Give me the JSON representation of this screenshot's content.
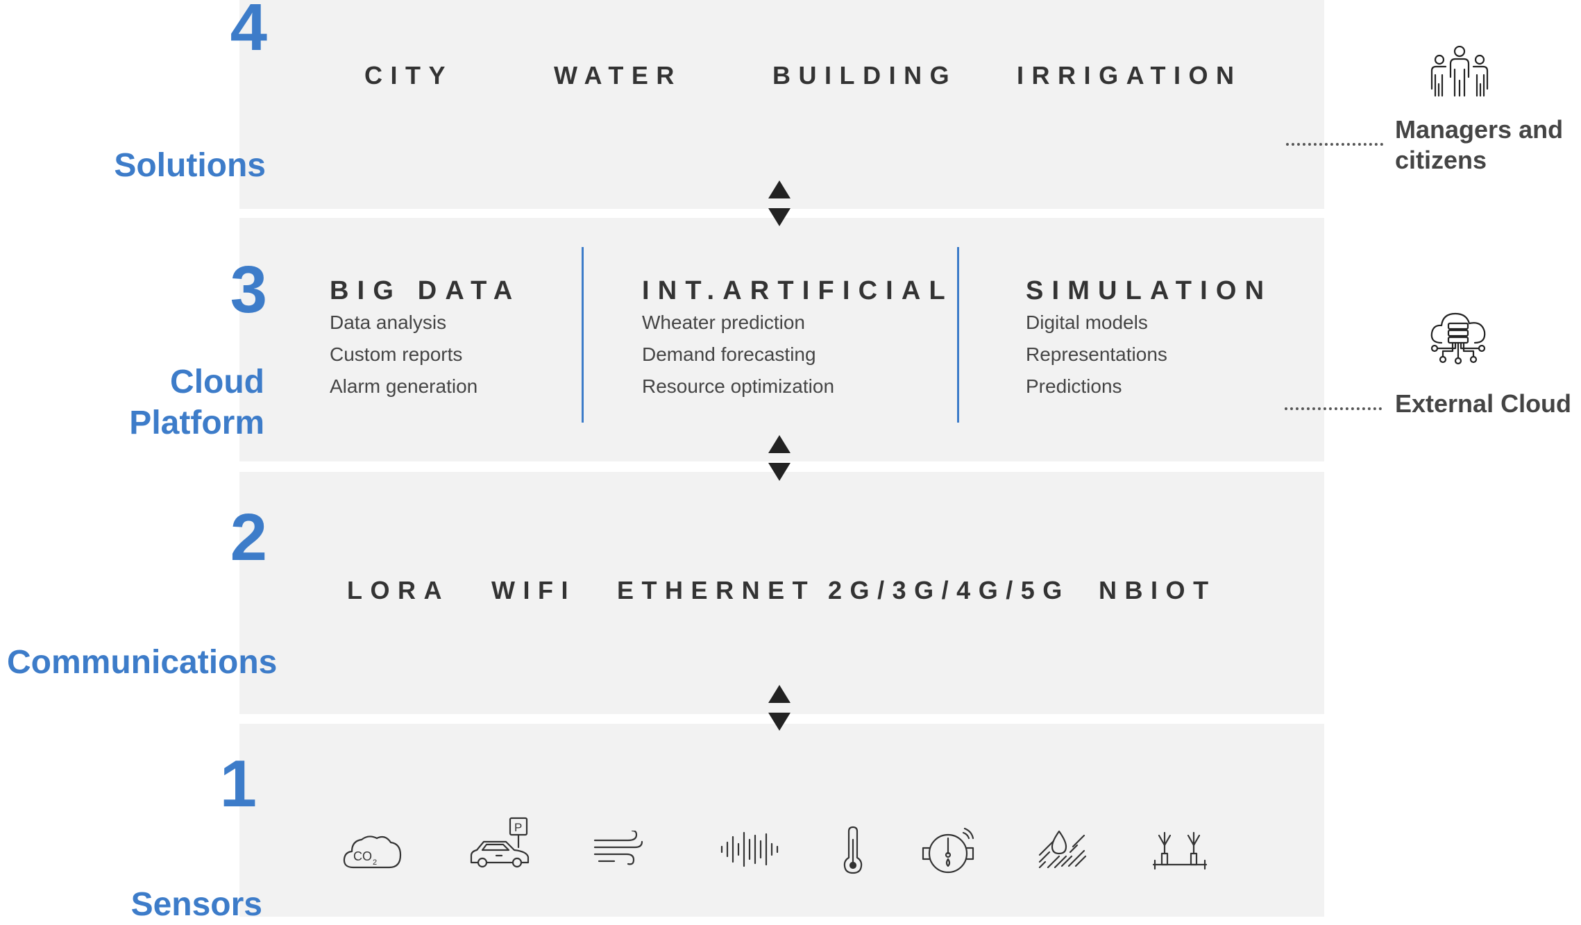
{
  "layers": {
    "solutions": {
      "number": "4",
      "name": "Solutions",
      "items": [
        "CITY",
        "WATER",
        "BUILDING",
        "IRRIGATION"
      ]
    },
    "cloud_platform": {
      "number": "3",
      "name_line1": "Cloud",
      "name_line2": "Platform",
      "columns": [
        {
          "title": "BIG DATA",
          "items": [
            "Data analysis",
            "Custom reports",
            "Alarm generation"
          ]
        },
        {
          "title": "INT.ARTIFICIAL",
          "items": [
            "Wheater prediction",
            "Demand forecasting",
            "Resource optimization"
          ]
        },
        {
          "title": "SIMULATION",
          "items": [
            "Digital models",
            "Representations",
            "Predictions"
          ]
        }
      ]
    },
    "communications": {
      "number": "2",
      "name": "Communications",
      "items": [
        "LORA",
        "WIFI",
        "ETHERNET",
        "2G/3G/4G/5G",
        "NBIOT"
      ]
    },
    "sensors": {
      "number": "1",
      "name": "Sensors",
      "icons": [
        "co2-icon",
        "parking-car-icon",
        "wind-icon",
        "sound-wave-icon",
        "thermometer-icon",
        "water-meter-icon",
        "rain-soil-icon",
        "sprinkler-icon"
      ]
    }
  },
  "side": {
    "managers_line1": "Managers and",
    "managers_line2": "citizens",
    "external_cloud": "External Cloud",
    "managers_icon": "people-group-icon",
    "cloud_icon": "cloud-server-icon"
  },
  "colors": {
    "accent": "#3d7cc9",
    "band": "#f2f2f2",
    "text": "#333333"
  }
}
